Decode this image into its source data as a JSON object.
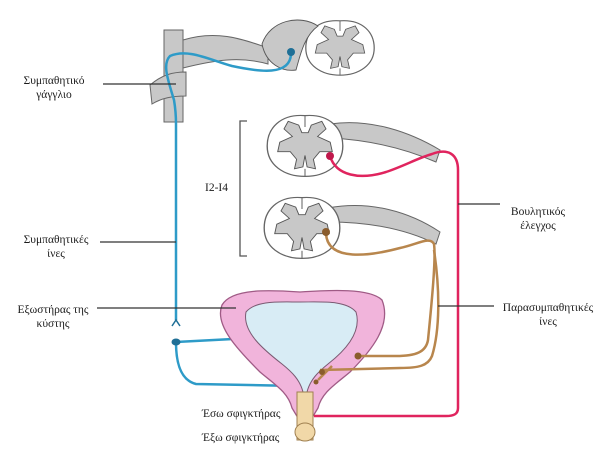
{
  "labels": {
    "sympathetic_ganglion": [
      "Συμπαθητικό",
      "γάγγλιο"
    ],
    "segment": "I2-I4",
    "sympathetic_fibers": [
      "Συμπαθητικές",
      "ίνες"
    ],
    "detrusor": [
      "Εξωστήρας της",
      "κύστης"
    ],
    "voluntary_control": [
      "Βουλητικός",
      "έλεγχος"
    ],
    "parasympathetic_fibers": [
      "Παρασυμπαθητικές",
      "ίνες"
    ],
    "internal_sphincter": "Έσω σφιγκτήρας",
    "external_sphincter": "Έξω σφιγκτήρας"
  },
  "colors": {
    "sympathetic": "#2e9bc8",
    "voluntary": "#e0245e",
    "parasympathetic": "#b8864d",
    "bladder_wall": "#f1b4db",
    "bladder_lumen": "#d8ecf5",
    "cord_gray": "#c8c8c8",
    "cord_outline": "#666666"
  }
}
